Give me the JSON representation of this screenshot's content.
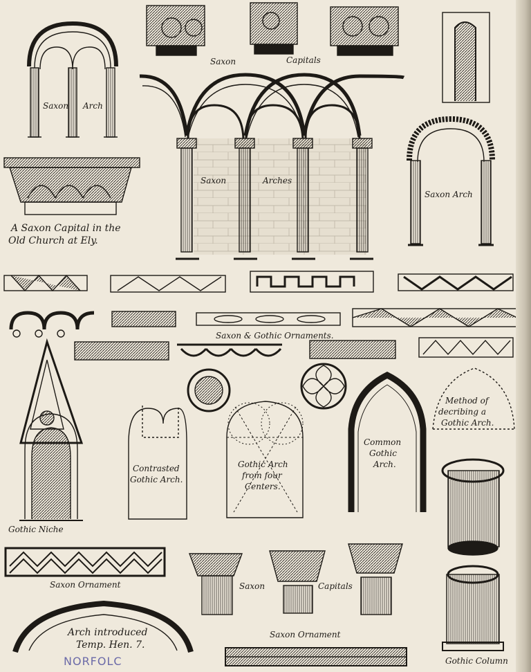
{
  "labels": {
    "saxon_capitals_top_1": "Saxon",
    "saxon_capitals_top_2": "Capitals",
    "saxon_arch_1": "Saxon",
    "saxon_arch_2": "Arch",
    "saxon_arches_1": "Saxon",
    "saxon_arches_2": "Arches",
    "saxon_arch_right": "Saxon Arch",
    "ely_capital_1": "A Saxon Capital in the",
    "ely_capital_2": "Old Church at Ely.",
    "ornaments": "Saxon & Gothic Ornaments.",
    "method_1": "Method of",
    "method_2": "decribing a",
    "method_3": "Gothic Arch.",
    "contrasted_1": "Contrasted",
    "contrasted_2": "Gothic Arch.",
    "four_centers_1": "Gothic Arch",
    "four_centers_2": "from four",
    "four_centers_3": "Centers.",
    "common_1": "Common",
    "common_2": "Gothic",
    "common_3": "Arch.",
    "gothic_niche": "Gothic Niche",
    "saxon_ornament_left": "Saxon Ornament",
    "saxon_capitals_bottom_1": "Saxon",
    "saxon_capitals_bottom_2": "Capitals",
    "arch_tudor_1": "Arch introduced",
    "arch_tudor_2": "Temp. Hen. 7.",
    "saxon_ornament_bottom": "Saxon Ornament",
    "gothic_column": "Gothic Column"
  },
  "stamp": "NORFOLC",
  "colors": {
    "paper": "#efe9dc",
    "ink": "#1d1a16",
    "stamp": "#6b6aa8"
  }
}
